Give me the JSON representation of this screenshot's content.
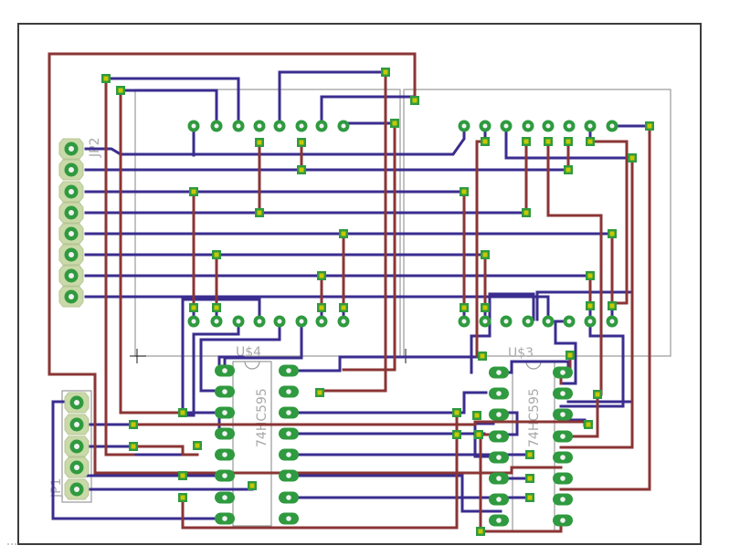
{
  "labels": {
    "jp2": "JP2",
    "jp1": "JP1",
    "u4": "U$4",
    "u3": "U$3",
    "ic_left": "74HC595",
    "ic_right": "74HC595"
  },
  "colors": {
    "background": "#ffffff",
    "board_outline": "#3c3c3c",
    "top_trace": "#8b3535",
    "bottom_trace": "#3a2d8f",
    "pad": "#2f9a3f",
    "via_center": "#c8c800",
    "silkscreen": "#9a9a9a",
    "header_pin": "#d9e8b9"
  },
  "icons": {
    "via": "square-via-icon",
    "pad": "round-pad-icon",
    "origin_cross": "crosshair-icon"
  }
}
